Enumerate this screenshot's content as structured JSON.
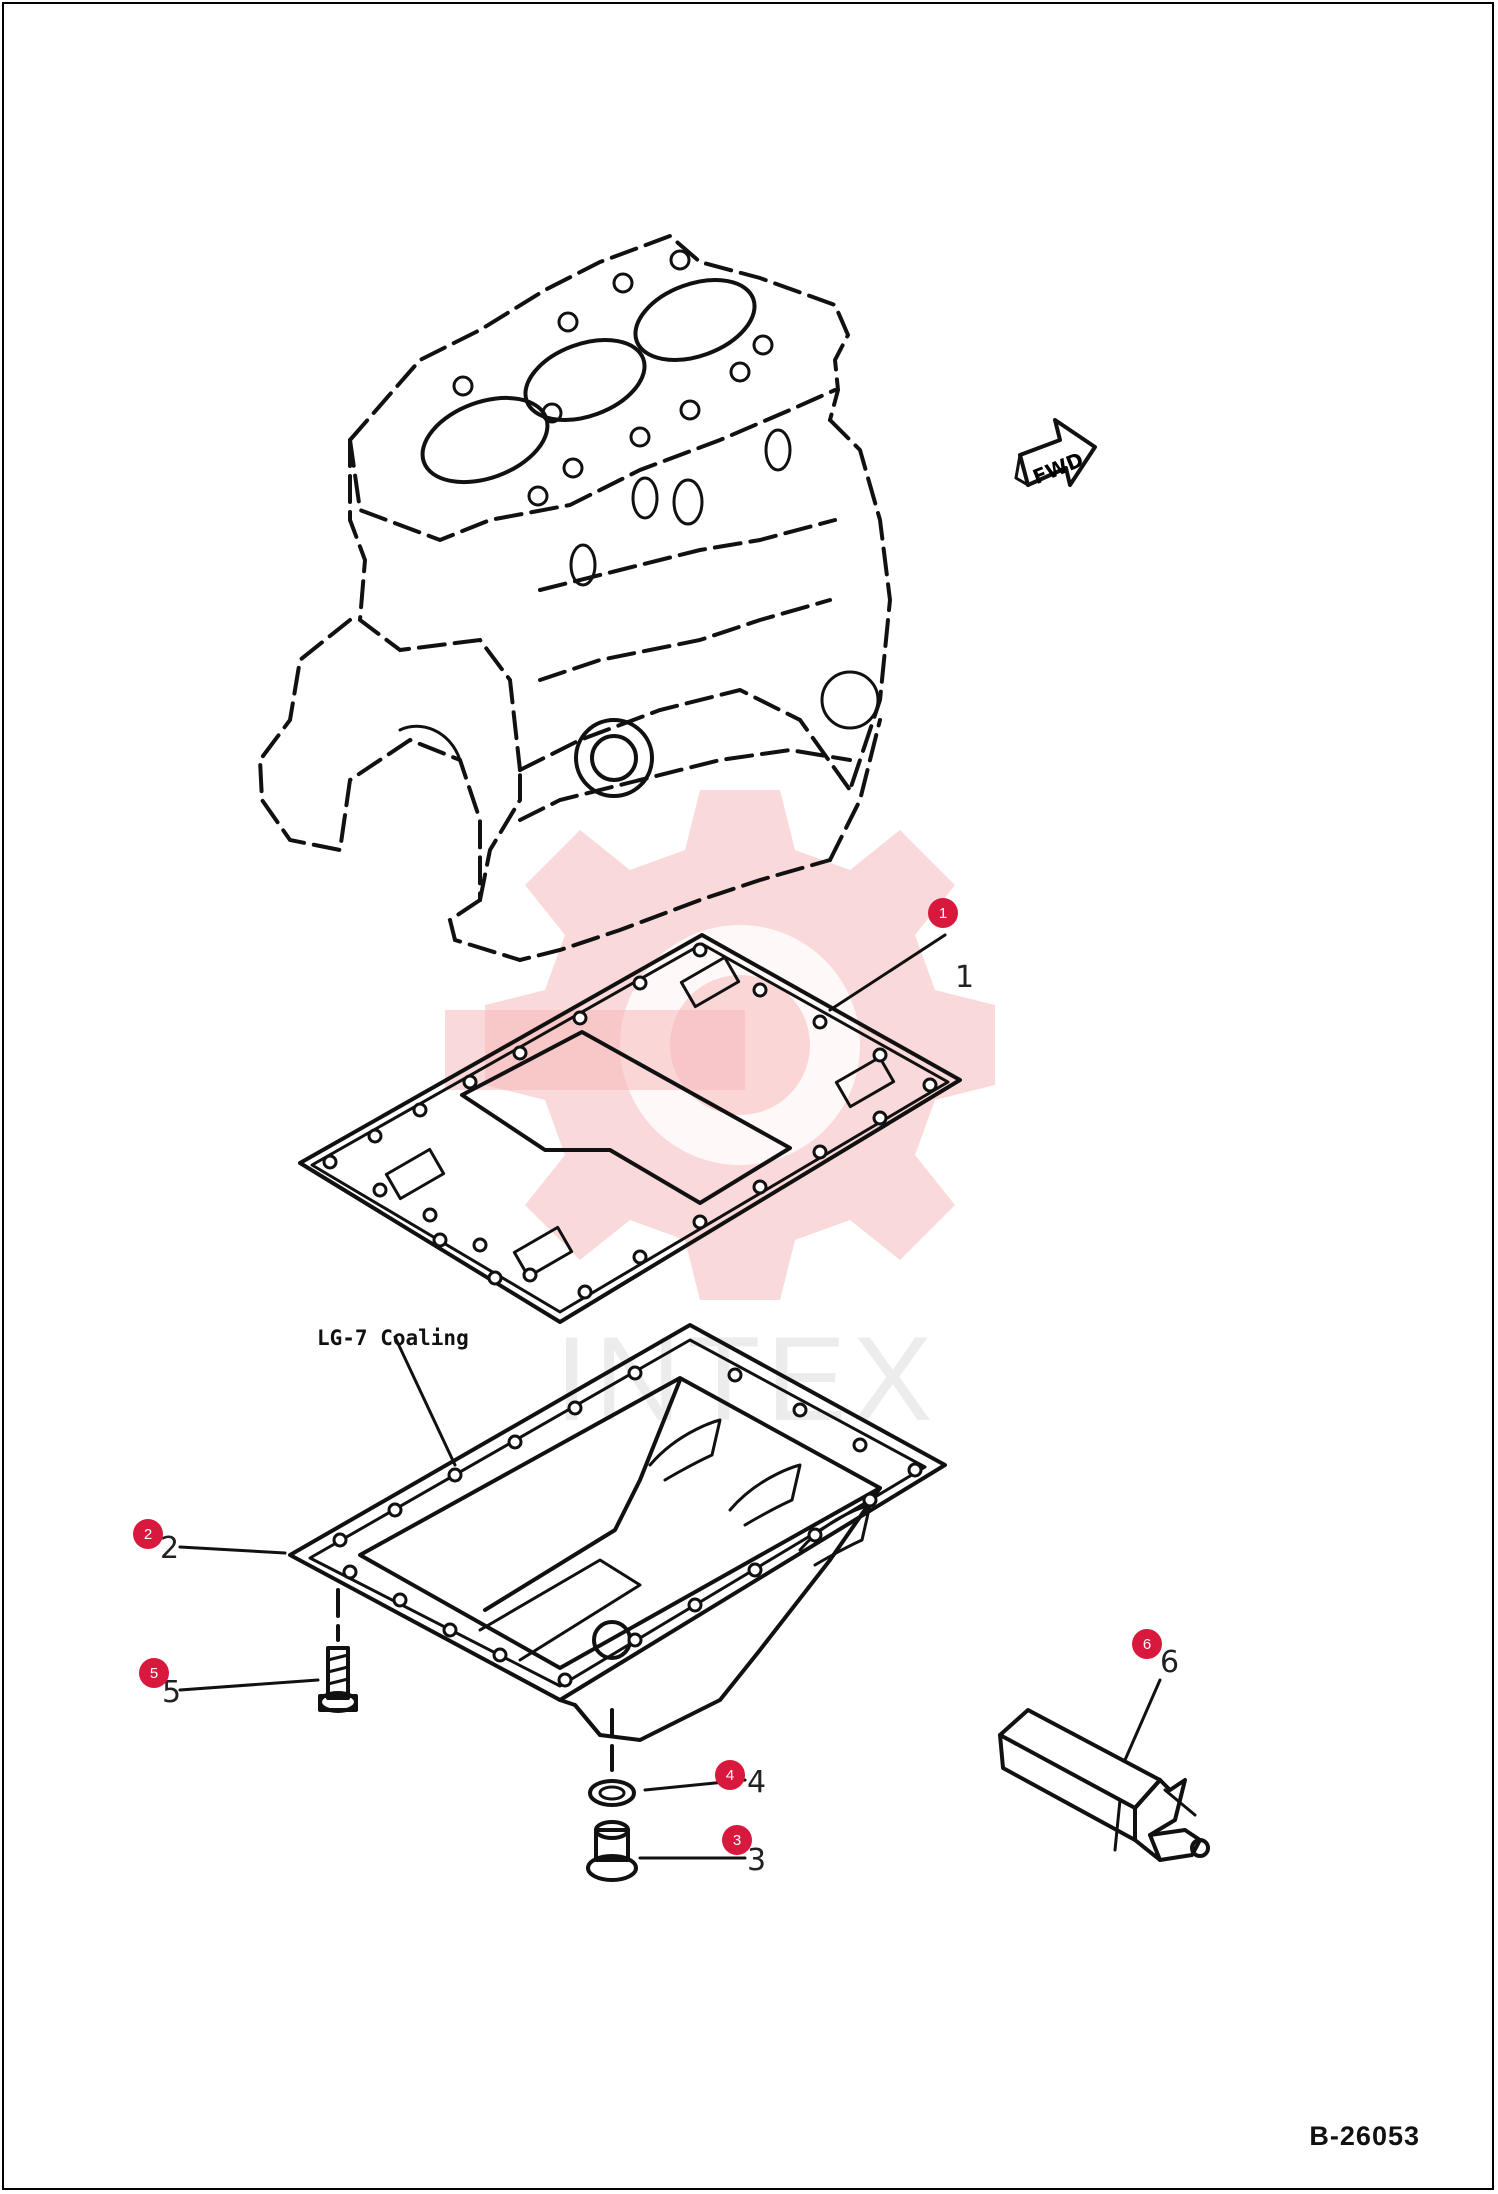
{
  "drawing_ref": "B-26053",
  "fwd_label": "FWD",
  "note_label": "LG-7  Coaling",
  "watermark": "INTEX",
  "callouts": [
    {
      "id": "1",
      "label": "1"
    },
    {
      "id": "2",
      "label": "2"
    },
    {
      "id": "3",
      "label": "3"
    },
    {
      "id": "4",
      "label": "4"
    },
    {
      "id": "5",
      "label": "5"
    },
    {
      "id": "6",
      "label": "6"
    }
  ],
  "colors": {
    "badge": "#d8183c",
    "ink": "#111111",
    "watermark": "#f6b9bc"
  }
}
